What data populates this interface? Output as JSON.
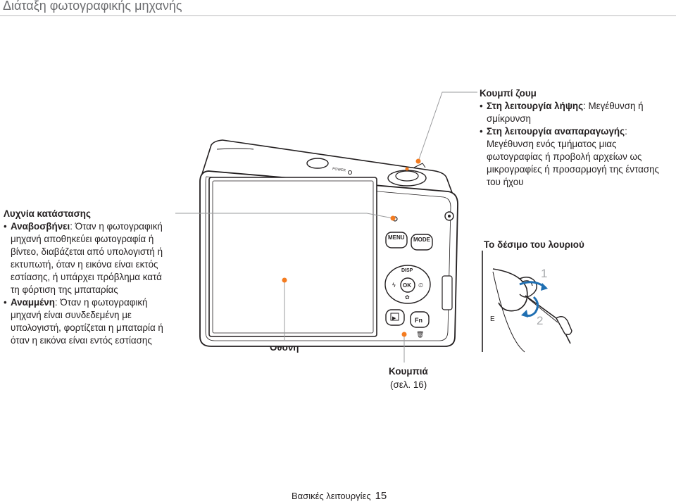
{
  "header": {
    "title": "Διάταξη φωτογραφικής μηχανής"
  },
  "zoom": {
    "title": "Κουμπί ζουμ",
    "items": [
      {
        "bold": "Στη λειτουργία λήψης",
        "rest": ": Μεγέθυνση ή σμίκρυνση"
      },
      {
        "bold": "Στη λειτουργία αναπαραγωγής",
        "rest": ": Μεγέθυνση ενός τμήματος μιας φωτογραφίας ή προβολή αρχείων ως μικρογραφίες ή προσαρμογή της έντασης του ήχου"
      }
    ]
  },
  "status": {
    "title": "Λυχνία κατάστασης",
    "items": [
      {
        "bold": "Αναβοσβήνει",
        "rest": ": Όταν η φωτογραφική μηχανή αποθηκεύει φωτογραφία ή βίντεο, διαβάζεται από υπολογιστή ή εκτυπωτή, όταν η εικόνα είναι εκτός εστίασης, ή υπάρχει πρόβλημα κατά τη φόρτιση της μπαταρίας"
      },
      {
        "bold": "Αναμμένη",
        "rest": ": Όταν η φωτογραφική μηχανή είναι συνδεδεμένη με υπολογιστή, φορτίζεται η μπαταρία ή όταν η εικόνα είναι εντός εστίασης"
      }
    ]
  },
  "strap": {
    "title": "Το δέσιμο του λουριού",
    "step1": "1",
    "step2": "2"
  },
  "screen": {
    "label": "Οθόνη"
  },
  "buttons": {
    "label": "Κουμπιά",
    "ref": "(σελ. 16)"
  },
  "camera": {
    "power": "POWER",
    "menu": "MENU",
    "mode": "MODE",
    "disp": "DISP",
    "ok": "OK",
    "fn": "Fn",
    "play": "▶",
    "trash": "🗑"
  },
  "footer": {
    "section": "Βασικές λειτουργίες",
    "page": "15"
  }
}
